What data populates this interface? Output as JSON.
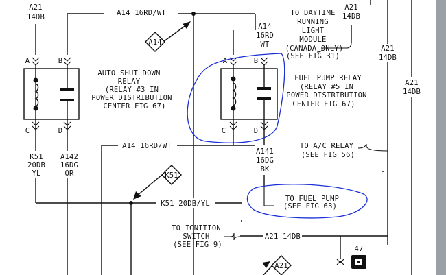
{
  "wires": {
    "a21_top_left": [
      "A21",
      "14DB"
    ],
    "a14_top": "A14 16RD/WT",
    "a14_mid": "A14 16RD/WT",
    "k51_bottom": "K51 20DB/YL",
    "a21_ignition": "A21 14DB",
    "a21_fuel_top": [
      "A21",
      "14DB"
    ],
    "a14_relay5_top": [
      "A14",
      "16RD",
      "WT"
    ],
    "a21_right1": [
      "A21",
      "14DB"
    ],
    "a21_right2": [
      "A21",
      "14DB"
    ],
    "k51_left": [
      "K51",
      "20DB",
      "YL"
    ],
    "a142": [
      "A142",
      "16DG",
      "OR"
    ],
    "a141": [
      "A141",
      "16DG",
      "BK"
    ]
  },
  "connectors": {
    "a14_flag": "A14",
    "k51_flag": "K51",
    "a21_flag": "A21",
    "c47": "47"
  },
  "relay_asd": {
    "pins": [
      "A",
      "B",
      "C",
      "D"
    ],
    "label": [
      "AUTO SHUT DOWN",
      "RELAY",
      "(RELAY #3 IN",
      "POWER DISTRIBUTION",
      "CENTER FIG 67)"
    ]
  },
  "relay_fuel": {
    "pins": [
      "A",
      "B",
      "C",
      "D"
    ],
    "label": [
      "FUEL PUMP RELAY",
      "(RELAY #5 IN",
      "POWER DISTRIBUTION",
      "CENTER FIG 67)"
    ]
  },
  "refs": {
    "daytime": [
      "TO DAYTIME",
      "RUNNING",
      "LIGHT",
      "MODULE",
      "(CANADA ONLY)",
      "(SEE FIG 31)"
    ],
    "ac_relay": [
      "TO A/C RELAY",
      "(SEE FIG 56)"
    ],
    "fuel_pump": [
      "TO FUEL PUMP",
      "(SEE FIG 63)"
    ],
    "ignition": [
      "TO IGNITION",
      "SWITCH",
      "(SEE FIG 9)"
    ]
  },
  "colors": {
    "ink": "#111111",
    "annotation": "#1a2fd6"
  }
}
